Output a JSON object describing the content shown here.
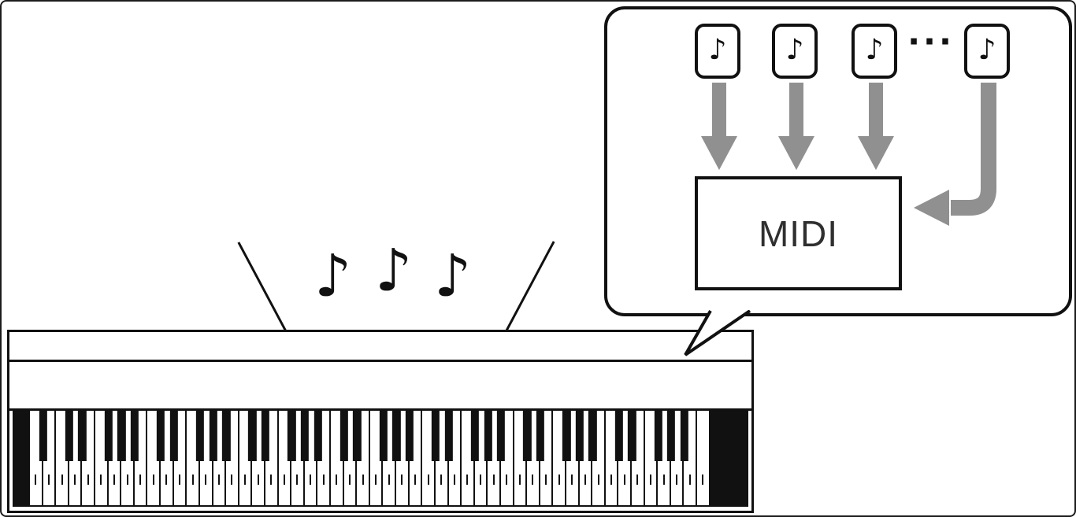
{
  "scene": {
    "notes": [
      "♪",
      "♪",
      "♪"
    ]
  },
  "bubble": {
    "note_symbols": [
      "♪",
      "♪",
      "♪",
      "♪"
    ],
    "ellipsis": "···",
    "midi_box_label": "MIDI"
  },
  "piano": {
    "white_key_count": 52,
    "first_white_key": "A"
  },
  "colors": {
    "outline": "#111111",
    "arrow_gray": "#909090",
    "midi_text": "#2f2f2f"
  }
}
